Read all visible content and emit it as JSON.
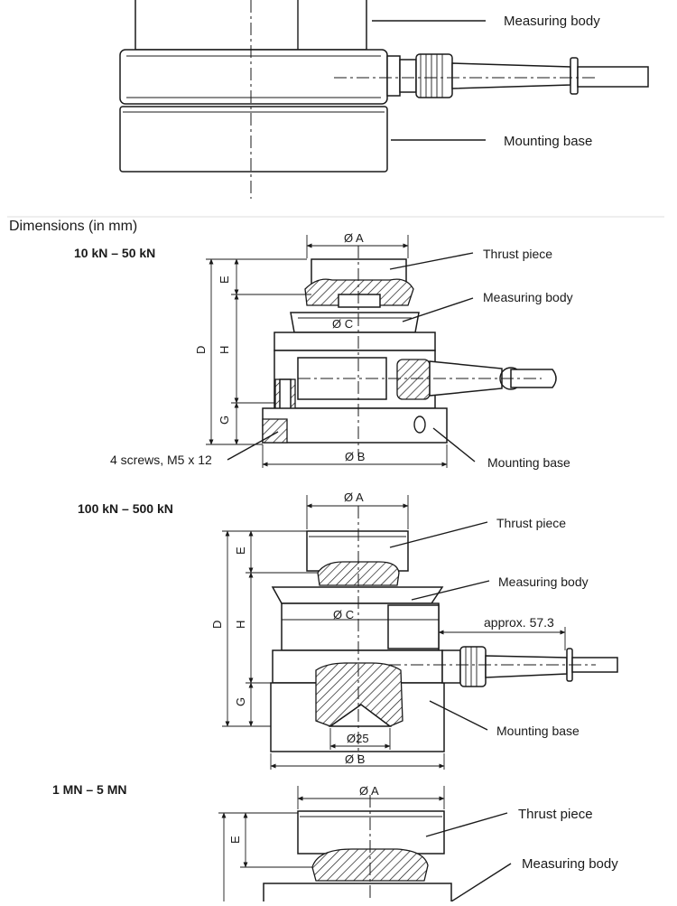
{
  "top_view": {
    "labels": {
      "measuring_body": "Measuring body",
      "mounting_base": "Mounting base"
    }
  },
  "section_title": "Dimensions (in mm)",
  "variants": [
    {
      "range": "10 kN – 50 kN",
      "labels": {
        "thrust_piece": "Thrust piece",
        "measuring_body": "Measuring body",
        "mounting_base": "Mounting base",
        "screws": "4 screws, M5 x 12"
      },
      "dims": {
        "a": "Ø A",
        "b": "Ø B",
        "c": "Ø C",
        "d": "D",
        "e": "E",
        "h": "H",
        "g": "G"
      }
    },
    {
      "range": "100 kN – 500 kN",
      "labels": {
        "thrust_piece": "Thrust piece",
        "measuring_body": "Measuring body",
        "mounting_base": "Mounting base",
        "approx": "approx. 57.3"
      },
      "dims": {
        "a": "Ø A",
        "b": "Ø B",
        "c": "Ø C",
        "d": "D",
        "e": "E",
        "h": "H",
        "g": "G",
        "bore": "Ø25"
      }
    },
    {
      "range": "1 MN – 5 MN",
      "labels": {
        "thrust_piece": "Thrust piece",
        "measuring_body": "Measuring body"
      },
      "dims": {
        "a": "Ø A",
        "e": "E"
      }
    }
  ]
}
